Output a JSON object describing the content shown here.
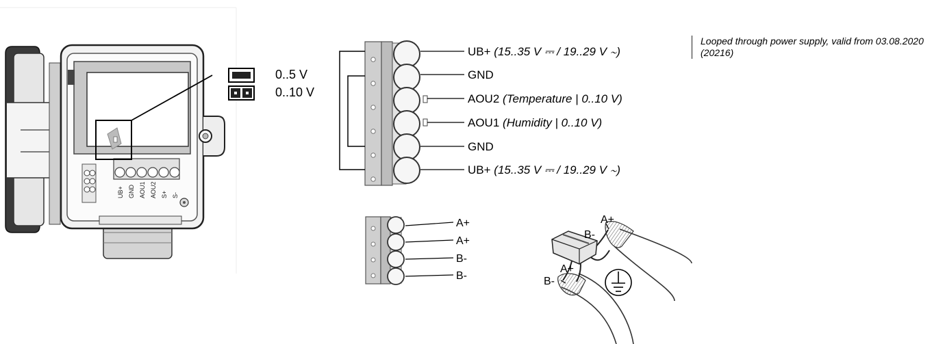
{
  "jumper": {
    "option_1": "0..5 V",
    "option_2": "0..10 V"
  },
  "device": {
    "pcb_terminal_labels": [
      "UB+",
      "GND",
      "AOU1",
      "AOU2",
      "S+",
      "S-"
    ]
  },
  "power_terminal": {
    "rows": [
      {
        "name": "UB+",
        "detail": "(15..35 V ⎓ / 19..29 V ∼)"
      },
      {
        "name": "GND",
        "detail": ""
      },
      {
        "name": "AOU2",
        "detail": "(Temperature | 0..10 V)"
      },
      {
        "name": "AOU1",
        "detail": "(Humidity | 0..10 V)"
      },
      {
        "name": "GND",
        "detail": ""
      },
      {
        "name": "UB+",
        "detail": "(15..35 V ⎓ / 19..29 V ∼)"
      }
    ]
  },
  "note": {
    "text": "Looped through power supply, valid from 03.08.2020 (20216)"
  },
  "bus_terminal": {
    "rows": [
      "A+",
      "A+",
      "B-",
      "B-"
    ]
  },
  "cable_wiring": {
    "labels": [
      "B-",
      "A+",
      "A+",
      "B-"
    ]
  }
}
